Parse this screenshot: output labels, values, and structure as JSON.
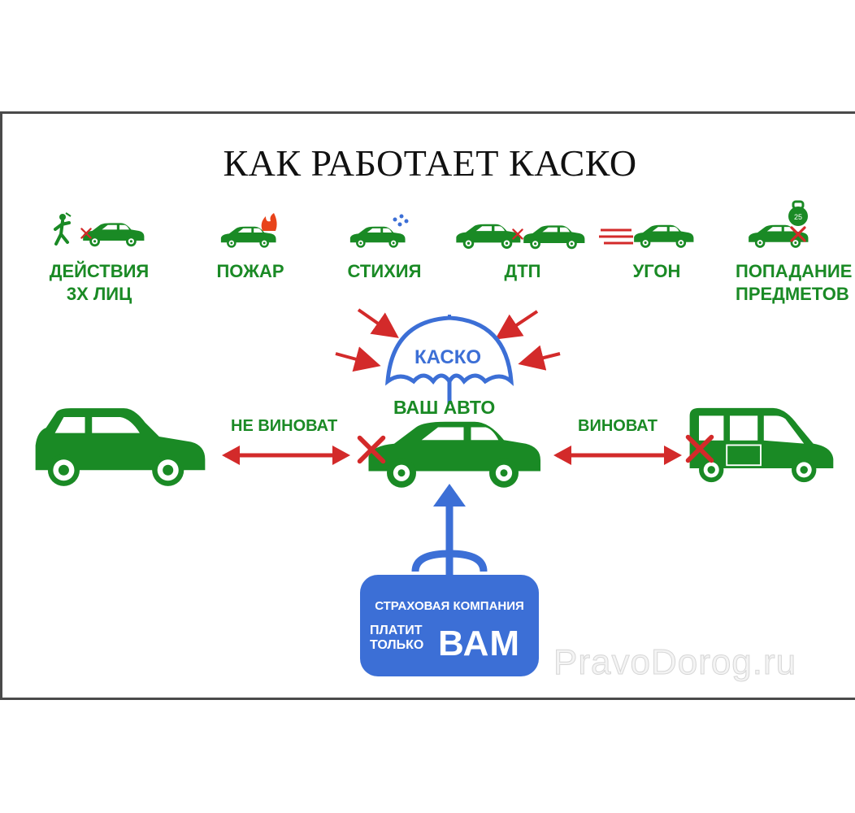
{
  "title": "КАК РАБОТАЕТ КАСКО",
  "risks": [
    {
      "line1": "ДЕЙСТВИЯ",
      "line2": "3Х ЛИЦ"
    },
    {
      "line1": "ПОЖАР",
      "line2": ""
    },
    {
      "line1": "СТИХИЯ",
      "line2": ""
    },
    {
      "line1": "ДТП",
      "line2": ""
    },
    {
      "line1": "УГОН",
      "line2": ""
    },
    {
      "line1": "ПОПАДАНИЕ",
      "line2": "ПРЕДМЕТОВ"
    }
  ],
  "umbrella": {
    "label": "КАСКО",
    "car_label": "ВАШ АВТО"
  },
  "relations": {
    "left": "НЕ ВИНОВАТ",
    "right": "ВИНОВАТ"
  },
  "insurer": {
    "top": "СТРАХОВАЯ КОМПАНИЯ",
    "pays": "ПЛАТИТ",
    "only": "ТОЛЬКО",
    "you": "ВАМ"
  },
  "weight_badge": "25",
  "watermark": "PravoDorog.ru",
  "colors": {
    "green": "#1a8a25",
    "red": "#d32a2a",
    "blue": "#3c6fd6",
    "frame": "#4a4a4a"
  }
}
